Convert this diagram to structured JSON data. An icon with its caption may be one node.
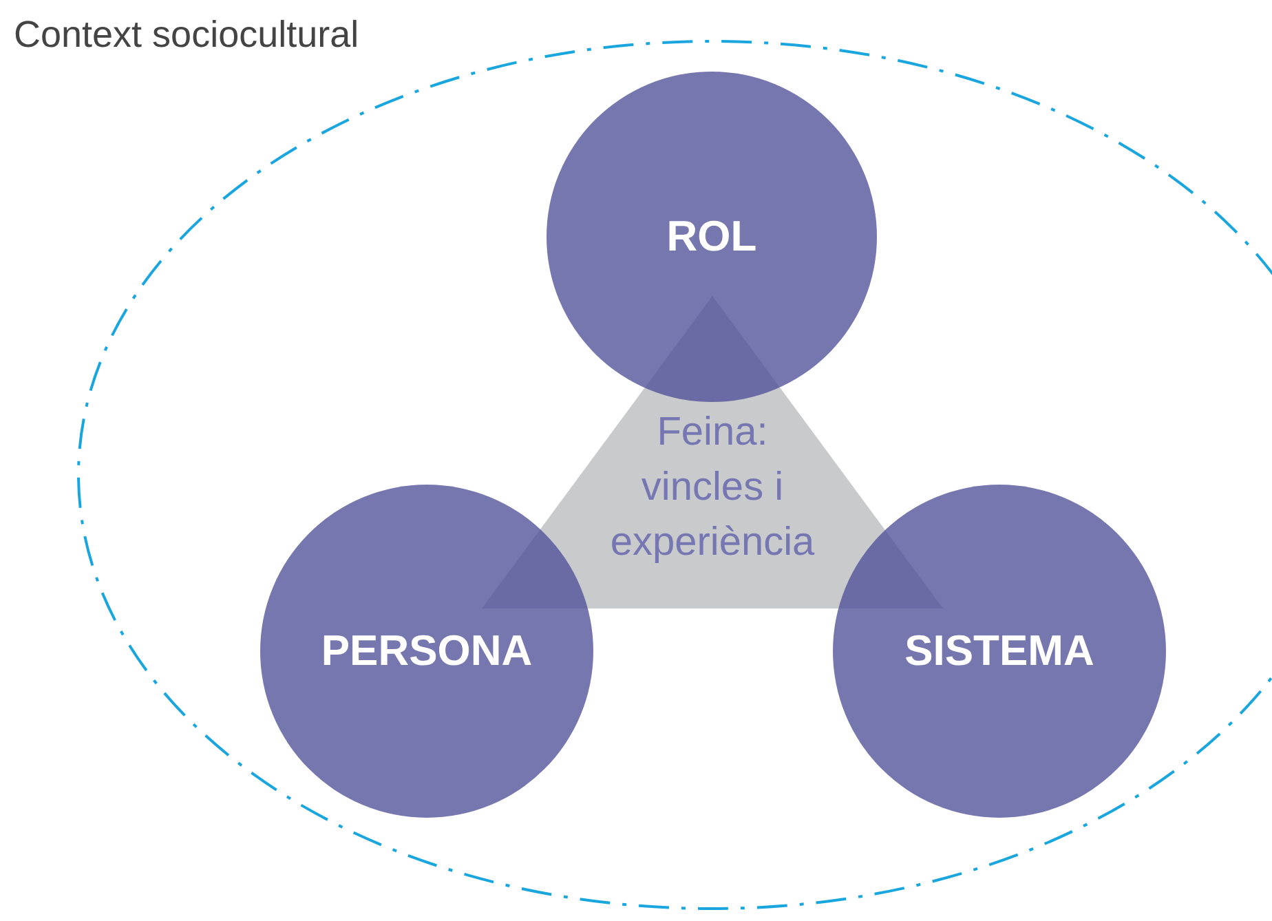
{
  "diagram": {
    "nodes": [
      {
        "text": [
          "Context sociocultural"
        ]
      },
      {
        "text": [
          "ROL"
        ],
        "in": 0
      },
      {
        "text": [
          "Feina: vincles i experiència"
        ],
        "in": 0
      },
      {
        "text": [
          "PERSONA"
        ],
        "in": 0
      },
      {
        "text": [
          "SISTEMA"
        ],
        "in": 0
      }
    ]
  }
}
